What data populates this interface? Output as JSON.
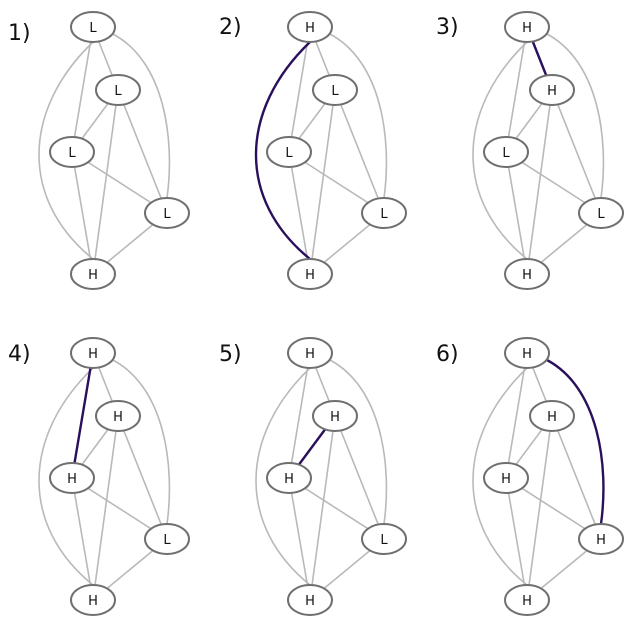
{
  "colors": {
    "edge": "#b9b9b9",
    "highlight": "#2a0f5c",
    "node_stroke": "#6f6f6f"
  },
  "panels": [
    {
      "label": "1)",
      "nodes": [
        "L",
        "L",
        "L",
        "L",
        "H"
      ],
      "highlight": null
    },
    {
      "label": "2)",
      "nodes": [
        "H",
        "L",
        "L",
        "L",
        "H"
      ],
      "highlight": 0
    },
    {
      "label": "3)",
      "nodes": [
        "H",
        "H",
        "L",
        "L",
        "H"
      ],
      "highlight": 1
    },
    {
      "label": "4)",
      "nodes": [
        "H",
        "H",
        "H",
        "L",
        "H"
      ],
      "highlight": 2
    },
    {
      "label": "5)",
      "nodes": [
        "H",
        "H",
        "H",
        "L",
        "H"
      ],
      "highlight": 3
    },
    {
      "label": "6)",
      "nodes": [
        "H",
        "H",
        "H",
        "H",
        "H"
      ],
      "highlight": 4
    }
  ]
}
